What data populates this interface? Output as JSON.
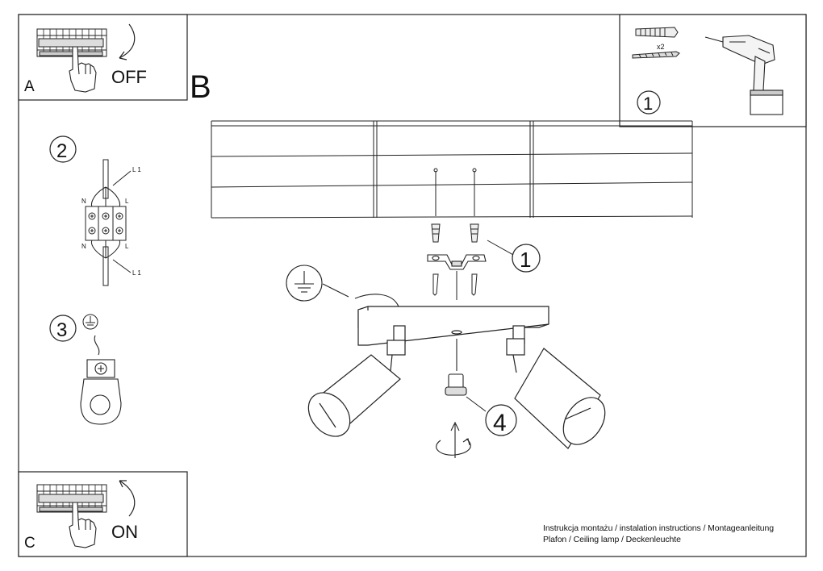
{
  "panels": {
    "a": {
      "letter": "A",
      "label": "OFF"
    },
    "b": {
      "letter": "B"
    },
    "c": {
      "letter": "C",
      "label": "ON"
    },
    "tools": {
      "anchor_multiplier": "x2",
      "step": "1"
    }
  },
  "steps": {
    "two": "2",
    "three": "3",
    "bracket": "1",
    "screw": "4"
  },
  "wiring": {
    "n_top": "N",
    "l1_top": "L 1",
    "l_top": "L",
    "n_bottom": "N",
    "l_bottom": "L",
    "l1_bottom": "L 1"
  },
  "footer": {
    "line1": "Instrukcja montażu / instalation instructions / Montageanleitung",
    "line2": "Plafon / Ceiling lamp / Deckenleuchte"
  }
}
